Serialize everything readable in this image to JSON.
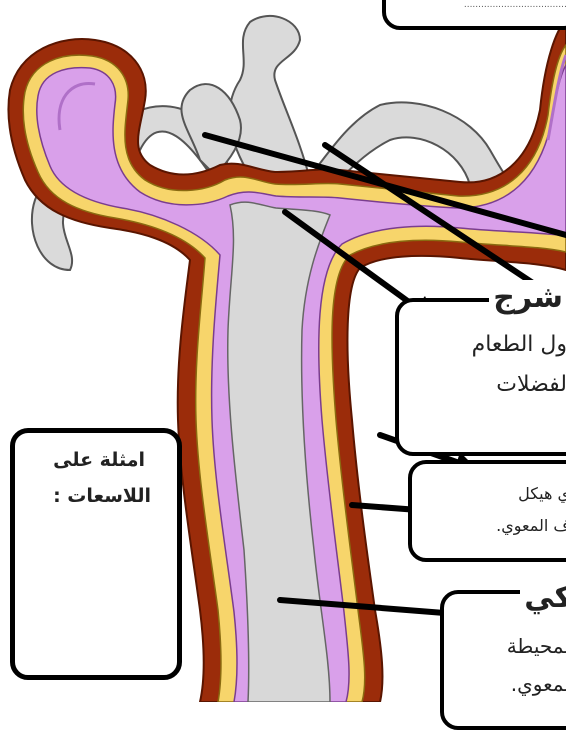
{
  "labels": {
    "top_dots": "..........................................",
    "mouth_title": "شرج",
    "mouth_line1": "ول الطعام",
    "mouth_line2": "لفضلات",
    "skeleton_line1": "ي هيكل",
    "skeleton_line2": "ف المعوي.",
    "bottom_title": "كي",
    "bottom_line1": "المحيطة",
    "bottom_line2": "المعوي.",
    "examples_line1": "امثلة على",
    "examples_line2": "اللاسعات :"
  },
  "colors": {
    "outer_wall": "#9b2c0a",
    "mesoglea": "#f7d56b",
    "gastrodermis": "#d9a0ea",
    "cavity": "#d8d8d8",
    "background_tentacles": "#dadada",
    "outline": "#000000"
  }
}
